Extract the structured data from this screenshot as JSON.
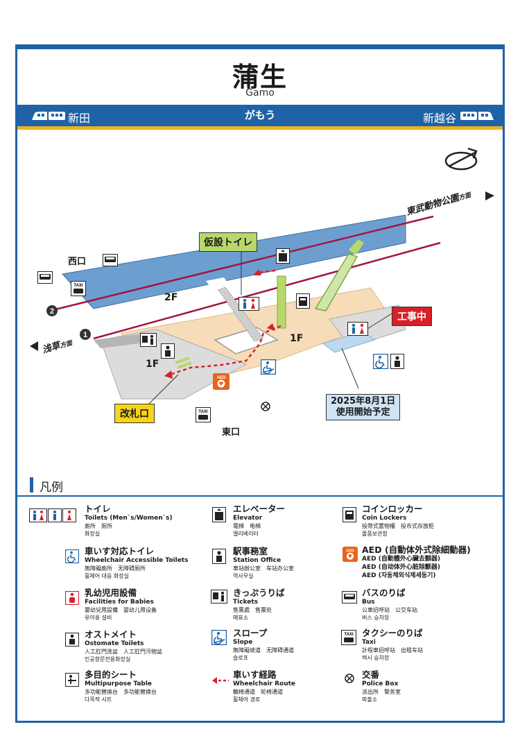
{
  "header": {
    "station_jp": "蒲生",
    "station_en": "Gamo",
    "station_kana": "がもう",
    "prev_station": "新田",
    "next_station": "新越谷"
  },
  "map": {
    "direction_north": "東武動物公園",
    "direction_north_suffix": "方面",
    "direction_south": "浅草",
    "direction_south_suffix": "方面",
    "west_exit": "西口",
    "east_exit": "東口",
    "floor_2f": "2F",
    "floor_1f_center": "1F",
    "floor_1f_left": "1F",
    "platform_2": "2",
    "platform_1": "1",
    "temp_toilet": "仮設トイレ",
    "construction": "工事中",
    "ticket_gate": "改札口",
    "opening_line1": "2025年8月1日",
    "opening_line2": "使用開始予定",
    "taxi_tag": "TAXI",
    "aed_tag": "AED"
  },
  "legend": {
    "title": "凡例",
    "items": [
      {
        "jp": "トイレ",
        "en": "Toilets (Men`s/Women`s)",
        "zh": "廁所　厕所",
        "ko": "화장실"
      },
      {
        "jp": "車いす対応トイレ",
        "en": "Wheelchair Accessible Toilets",
        "zh": "無障礙廁所　无障碍厕所",
        "ko": "휠체어 대응 화장실"
      },
      {
        "jp": "乳幼児用設備",
        "en": "Facilities for Babies",
        "zh": "嬰幼兒用設備　婴幼儿用设备",
        "ko": "유아용 설비"
      },
      {
        "jp": "オストメイト",
        "en": "Ostomate Toilets",
        "zh": "人工肛門洗盆　人工肛門污物盆",
        "ko": "인공항문전용화장실"
      },
      {
        "jp": "多目的シート",
        "en": "Multipurpose Table",
        "zh": "多功能替換台　多功能替换台",
        "ko": "다목적 시트"
      },
      {
        "jp": "エレベーター",
        "en": "Elevator",
        "zh": "電梯　电梯",
        "ko": "엘리베이터"
      },
      {
        "jp": "駅事務室",
        "en": "Station Office",
        "zh": "車站辦公室　车站办公室",
        "ko": "역사무실"
      },
      {
        "jp": "きっぷうりば",
        "en": "Tickets",
        "zh": "售票處　售票处",
        "ko": "매표소"
      },
      {
        "jp": "スロープ",
        "en": "Slope",
        "zh": "無障礙坡道　无障碍通道",
        "ko": "슬로프"
      },
      {
        "jp": "車いす経路",
        "en": "Wheelchair Route",
        "zh": "輪椅通道　轮椅通道",
        "ko": "휠체어 경로"
      },
      {
        "jp": "コインロッカー",
        "en": "Coin Lockers",
        "zh": "投幣式置物櫃　投币式存放柜",
        "ko": "물품보관함"
      },
      {
        "jp": "AED (自動体外式除細動器)",
        "en": "AED (自動體外心臟去顫器)",
        "zh": "AED (自动体外心脏除颤器)",
        "ko": "AED (자동체외식제세동기)"
      },
      {
        "jp": "バスのりば",
        "en": "Bus",
        "zh": "公車招呼站　公交车站",
        "ko": "버스 승차장"
      },
      {
        "jp": "タクシーのりば",
        "en": "Taxi",
        "zh": "計程車招呼站　出租车站",
        "ko": "택시 승차장"
      },
      {
        "jp": "交番",
        "en": "Police Box",
        "zh": "派出所　警务室",
        "ko": "파출소"
      }
    ]
  },
  "colors": {
    "brand_blue": "#1f62a8",
    "accent_yellow": "#f0b21a",
    "platform_blue": "#6d9ed0",
    "concourse": "#f6dcb8",
    "track_red": "#a0153e",
    "toilet_red": "#d9202a",
    "label_green": "#b8d86b",
    "label_yellow": "#f7d417"
  }
}
